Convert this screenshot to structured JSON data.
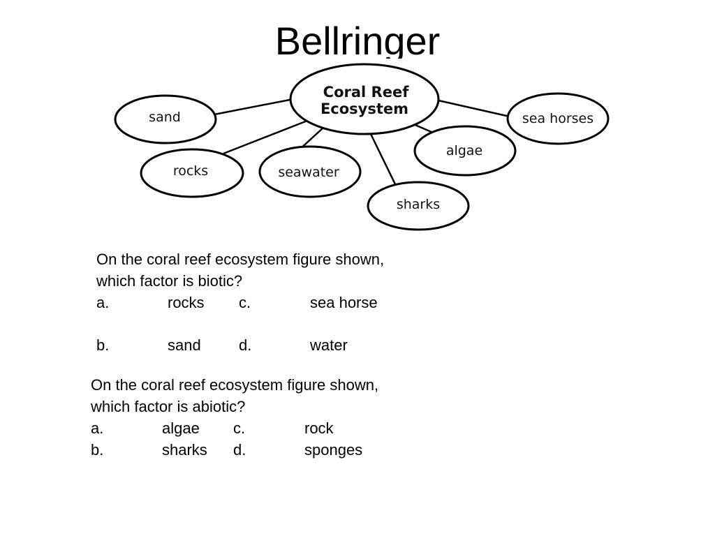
{
  "slide": {
    "title": "Bellringer"
  },
  "diagram": {
    "center": [
      "Coral Reef",
      "Ecosystem"
    ],
    "nodes": {
      "sand": "sand",
      "rocks": "rocks",
      "seawater": "seawater",
      "sharks": "sharks",
      "algae": "algae",
      "sea_horses": "sea horses"
    }
  },
  "questions": [
    {
      "stem_line1": "On the coral reef ecosystem figure shown,",
      "stem_line2": "which factor is biotic?",
      "options": {
        "a_letter": "a.",
        "a_text": "rocks",
        "c_letter": "c.",
        "c_text": "sea horse",
        "b_letter": "b.",
        "b_text": "sand",
        "d_letter": "d.",
        "d_text": "water"
      }
    },
    {
      "stem_line1": "On the coral reef ecosystem figure shown,",
      "stem_line2": "which factor is abiotic?",
      "options": {
        "a_letter": "a.",
        "a_text": "algae",
        "c_letter": "c.",
        "c_text": "rock",
        "b_letter": "b.",
        "b_text": "sharks",
        "d_letter": "d.",
        "d_text": "sponges"
      }
    }
  ]
}
